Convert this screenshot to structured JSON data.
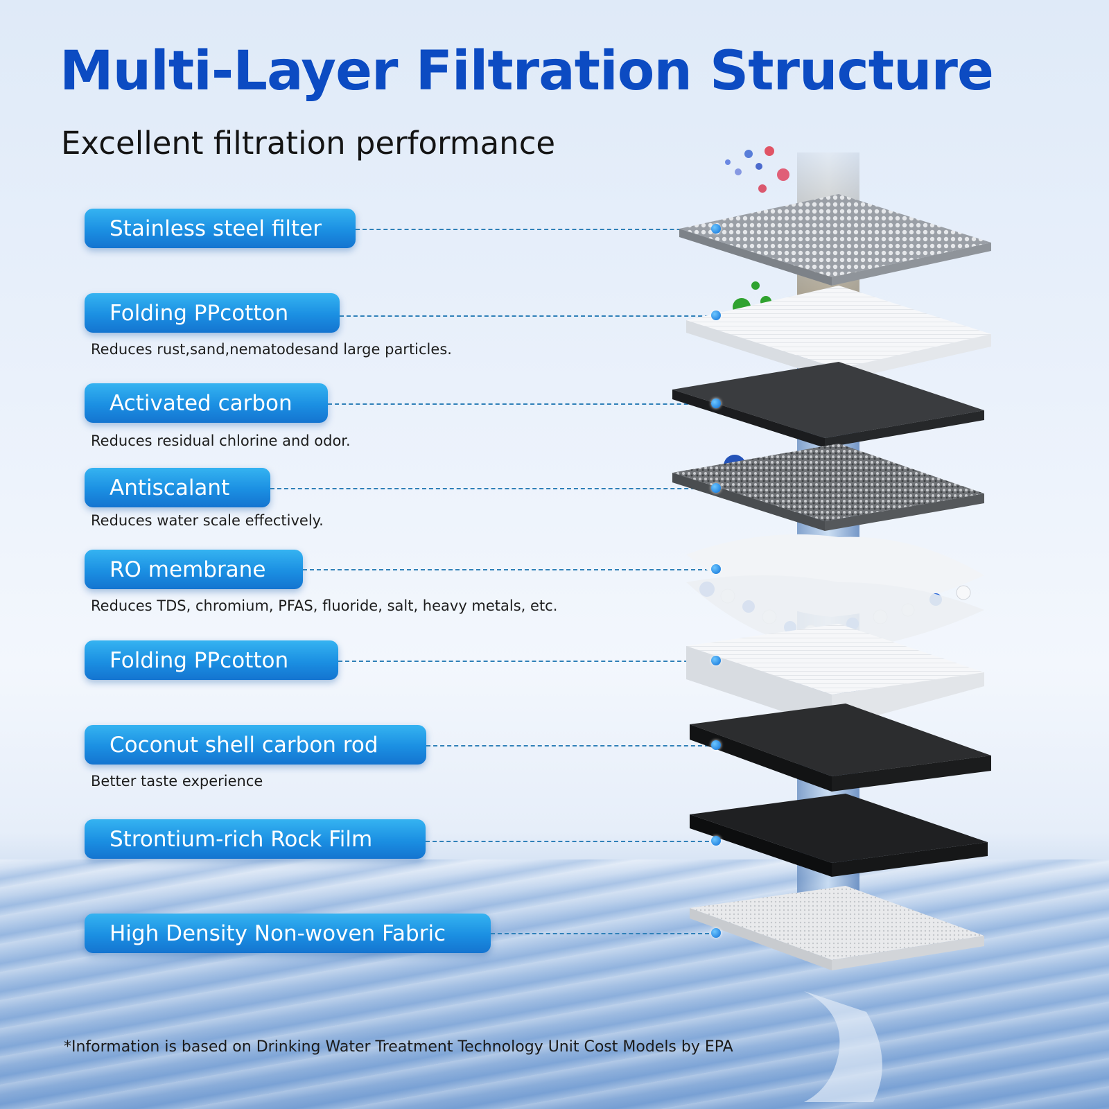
{
  "title": "Multi-Layer Filtration Structure",
  "subtitle": "Excellent filtration performance",
  "layers": [
    {
      "label": "Stainless steel filter",
      "description": ""
    },
    {
      "label": "Folding  PPcotton",
      "description": "Reduces rust,sand,nematodesand large particles."
    },
    {
      "label": "Activated carbon",
      "description": "Reduces residual chlorine and odor."
    },
    {
      "label": "Antiscalant",
      "description": "Reduces water scale effectively."
    },
    {
      "label": "RO membrane",
      "description": "Reduces TDS, chromium, PFAS, fluoride, salt, heavy metals, etc."
    },
    {
      "label": "Folding  PPcotton",
      "description": ""
    },
    {
      "label": "Coconut shell carbon rod",
      "description": "Better taste experience"
    },
    {
      "label": "Strontium-rich Rock Film",
      "description": ""
    },
    {
      "label": "High Density Non-woven Fabric",
      "description": ""
    }
  ],
  "footnote": "*Information is based on Drinking Water Treatment Technology Unit Cost Models by EPA",
  "colors": {
    "title": "#0c4bc2",
    "pill_top": "#35b3f1",
    "pill_bottom": "#1474d0",
    "leader": "#2f80b8"
  }
}
